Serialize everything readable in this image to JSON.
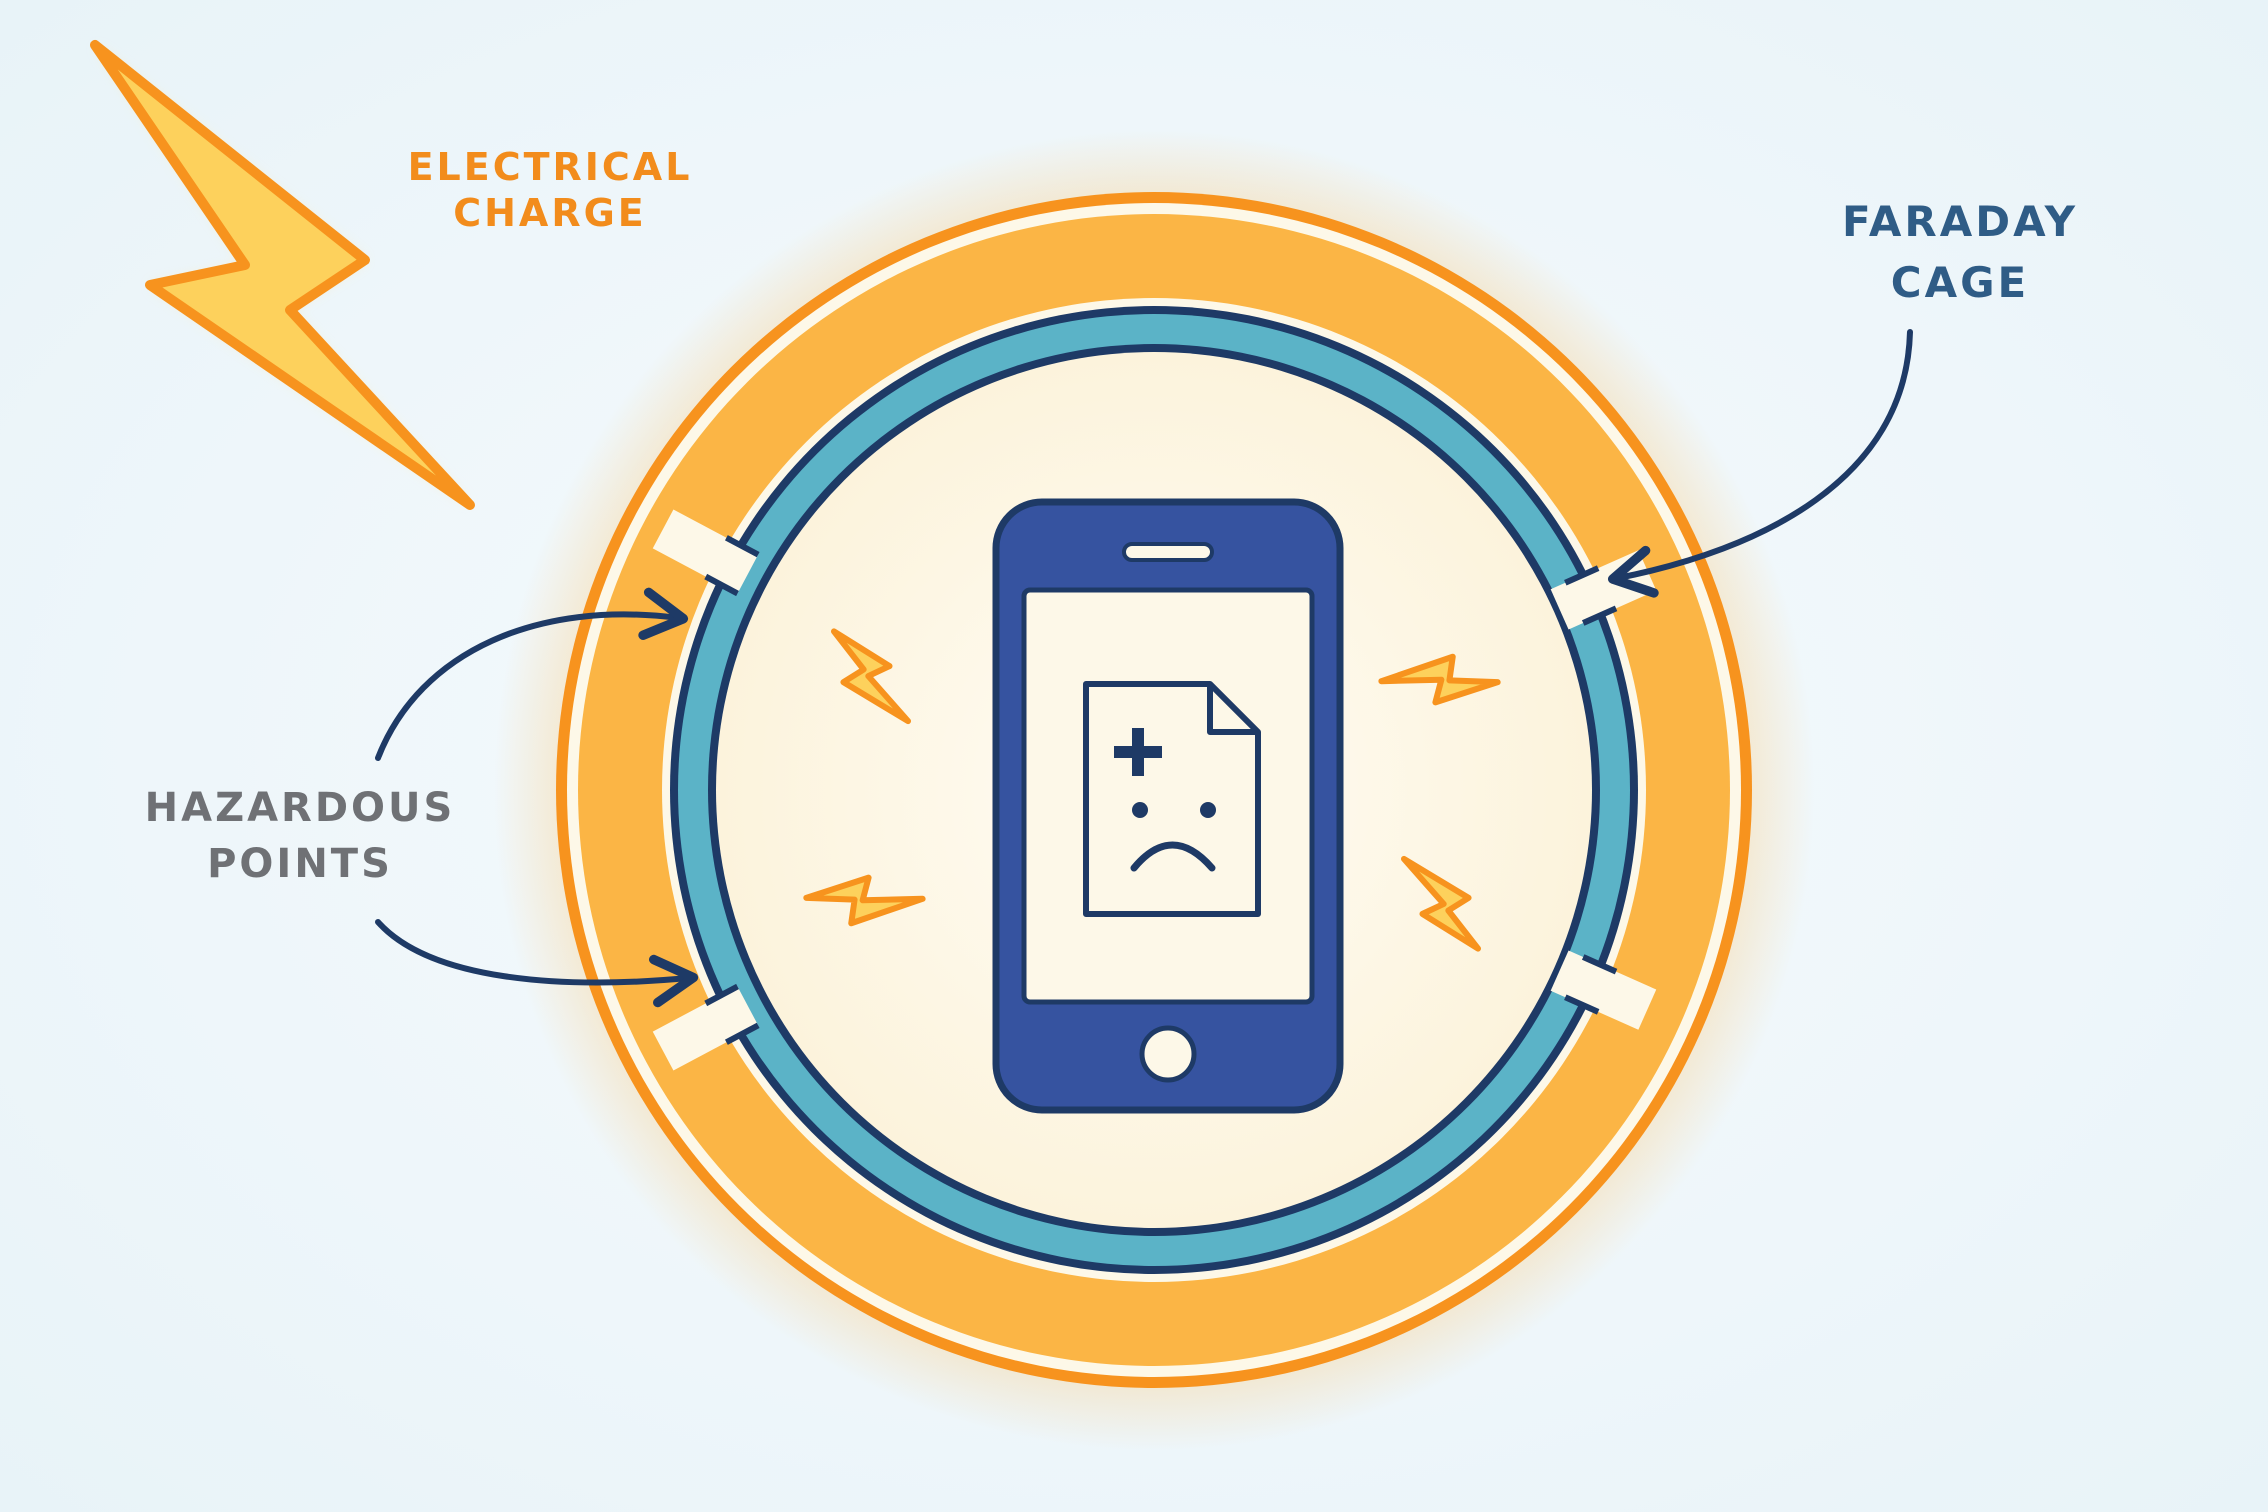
{
  "labels": {
    "electrical_charge": {
      "line1": "ELECTRICAL",
      "line2": "CHARGE"
    },
    "faraday_cage": {
      "line1": "FARADAY",
      "line2": "CAGE"
    },
    "hazardous_points": {
      "line1": "HAZARDOUS",
      "line2": "POINTS"
    }
  },
  "colors": {
    "orange": "#f7931e",
    "orange_fill": "#fbb545",
    "bolt_fill": "#fdd15c",
    "teal": "#5bb3c7",
    "navy": "#1e3a66",
    "phone_blue": "#3653a0",
    "cream": "#fdf8e8",
    "label_orange": "#f28c1c",
    "label_blue": "#2f5c86",
    "label_gray": "#6f7175"
  },
  "icons": {
    "big_bolt": "lightning-bolt-icon",
    "phone": "smartphone-icon",
    "screen_icon": "sad-medical-document-icon",
    "sparks": "small-lightning-icon"
  }
}
